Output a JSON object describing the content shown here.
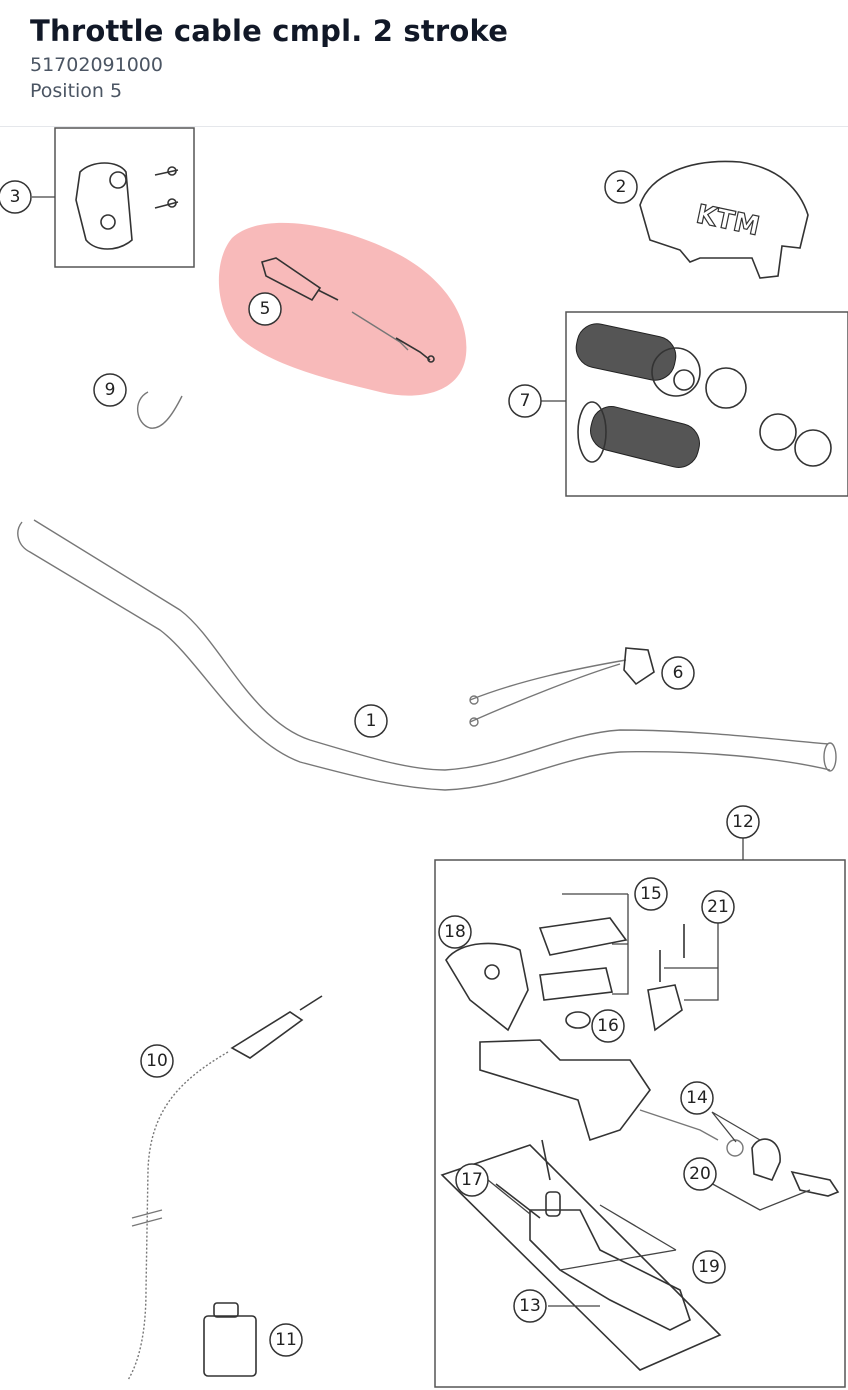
{
  "header": {
    "title": "Throttle cable cmpl. 2 stroke",
    "part_number": "51702091000",
    "position": "Position 5"
  },
  "diagram": {
    "highlight_color": "#f5a3a3",
    "selected_position": "5",
    "brand_mark": "KTM",
    "callouts": [
      {
        "label": "1"
      },
      {
        "label": "2"
      },
      {
        "label": "3"
      },
      {
        "label": "5"
      },
      {
        "label": "6"
      },
      {
        "label": "7"
      },
      {
        "label": "9"
      },
      {
        "label": "10"
      },
      {
        "label": "11"
      },
      {
        "label": "12"
      },
      {
        "label": "13"
      },
      {
        "label": "14"
      },
      {
        "label": "15"
      },
      {
        "label": "16"
      },
      {
        "label": "17"
      },
      {
        "label": "18"
      },
      {
        "label": "19"
      },
      {
        "label": "20"
      },
      {
        "label": "21"
      }
    ]
  }
}
